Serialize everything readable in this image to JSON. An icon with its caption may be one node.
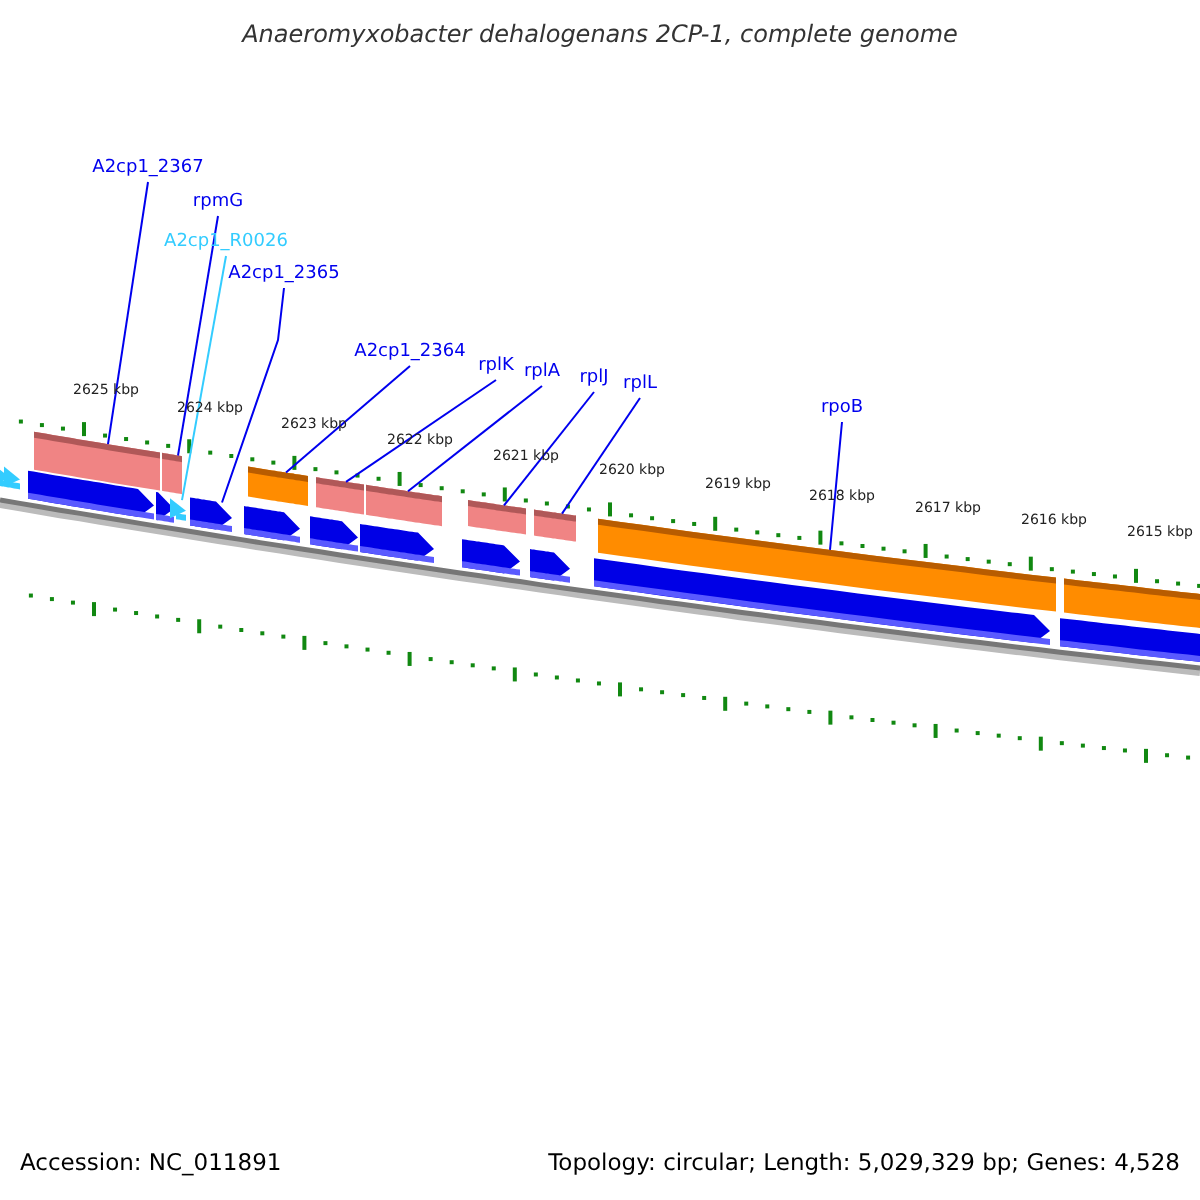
{
  "diagram": {
    "title": "Anaeromyxobacter dehalogenans 2CP-1, complete genome",
    "nodes": [
      {
        "text": [
          "A2cp1_2367"
        ]
      },
      {
        "text": [
          "rpmG"
        ]
      },
      {
        "text": [
          "A2cp1_R0026"
        ]
      },
      {
        "text": [
          "A2cp1_2365"
        ]
      },
      {
        "text": [
          "A2cp1_2364"
        ]
      },
      {
        "text": [
          "rplK"
        ]
      },
      {
        "text": [
          "rplA"
        ]
      },
      {
        "text": [
          "rplJ"
        ]
      },
      {
        "text": [
          "rplL"
        ]
      },
      {
        "text": [
          "rpoB"
        ]
      },
      {
        "text": [],
        "shape": "bar"
      },
      {
        "text": [],
        "shape": "bar"
      },
      {
        "text": [],
        "shape": "bar"
      },
      {
        "text": [],
        "shape": "bar"
      },
      {
        "text": [],
        "shape": "bar"
      },
      {
        "text": [],
        "shape": "bar"
      },
      {
        "text": [],
        "shape": "bar"
      },
      {
        "text": [],
        "shape": "bar"
      },
      {
        "text": [],
        "shape": "bar"
      },
      {
        "text": [],
        "shape": "bar"
      },
      {
        "text": [],
        "shape": "bar"
      },
      {
        "text": [],
        "shape": "bar"
      },
      {
        "text": [],
        "shape": "bar"
      },
      {
        "text": [],
        "shape": "bar"
      },
      {
        "text": [],
        "shape": "bar"
      },
      {
        "text": [],
        "shape": "bar"
      },
      {
        "text": [],
        "shape": "bar"
      },
      {
        "text": [],
        "shape": "bar"
      },
      {
        "text": [],
        "shape": "bar"
      },
      {
        "text": [],
        "shape": "bar"
      },
      {
        "text": [],
        "shape": "bar"
      },
      {
        "text": [],
        "shape": "bar"
      }
    ],
    "edges": [
      {
        "from": 0,
        "to": 13,
        "arrow": "none"
      },
      {
        "from": 1,
        "to": 15,
        "arrow": "none"
      },
      {
        "from": 2,
        "to": 16,
        "arrow": "none",
        "color": "#33ccff"
      },
      {
        "from": 3,
        "to": 17,
        "arrow": "none"
      },
      {
        "from": 4,
        "to": 19,
        "arrow": "none"
      },
      {
        "from": 5,
        "to": 21,
        "arrow": "none"
      },
      {
        "from": 6,
        "to": 23,
        "arrow": "none"
      },
      {
        "from": 7,
        "to": 25,
        "arrow": "none"
      },
      {
        "from": 8,
        "to": 27,
        "arrow": "none"
      },
      {
        "from": 9,
        "to": 29,
        "arrow": "none"
      }
    ],
    "labels": [
      "2625 kbp",
      "2624 kbp",
      "2623 kbp",
      "2622 kbp",
      "2621 kbp",
      "2620 kbp",
      "2619 kbp",
      "2618 kbp",
      "2617 kbp",
      "2616 kbp",
      "2615 kbp",
      "Accession: NC_011891",
      "Topology: circular; Length: 5,029,329 bp; Genes: 4,528"
    ]
  }
}
